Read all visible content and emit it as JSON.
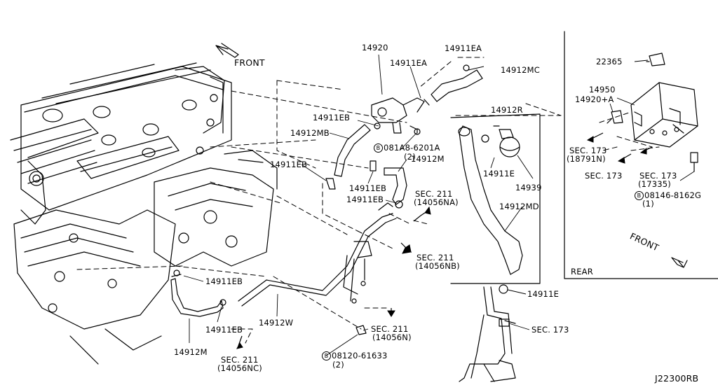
{
  "diagram": {
    "code": "J22300RB",
    "front_left": "FRONT",
    "front_right": "FRONT",
    "rear_label": "REAR",
    "bolt_symbol": "B",
    "parts": {
      "p14920": "14920",
      "p14911EA_a": "14911EA",
      "p14911EA_b": "14911EA",
      "p14912MC": "14912MC",
      "p14911EB_a": "14911EB",
      "p14912MB": "14912MB",
      "p081A8": "081A8-6201A",
      "p081A8_qty": "(2)",
      "p14912M_a": "14912M",
      "p14911EB_b": "14911EB",
      "p14911EB_c": "14911EB",
      "p14911EB_d": "14911EB",
      "p14912R": "14912R",
      "p14911E_a": "14911E",
      "p14939": "14939",
      "p14912MD": "14912MD",
      "p14911E_b": "14911E",
      "p14911EB_e": "14911EB",
      "p14911EB_f": "14911EB",
      "p14912W": "14912W",
      "p14912M_b": "14912M",
      "p08120": "08120-61633",
      "p08120_qty": "(2)",
      "p22365": "22365",
      "p14950": "14950",
      "p14920A": "14920+A",
      "p08146": "08146-8162G",
      "p08146_qty": "(1)"
    },
    "sections": {
      "s211NA": "SEC. 211",
      "s211NA_code": "(14056NA)",
      "s211NB": "SEC. 211",
      "s211NB_code": "(14056NB)",
      "s211N": "SEC. 211",
      "s211N_code": "(14056N)",
      "s211NC": "SEC. 211",
      "s211NC_code": "(14056NC)",
      "s173_main": "SEC. 173",
      "s173_18791": "SEC. 173",
      "s173_18791_code": "(18791N)",
      "s173_plain": "SEC. 173",
      "s173_17335": "SEC. 173",
      "s173_17335_code": "(17335)"
    }
  }
}
